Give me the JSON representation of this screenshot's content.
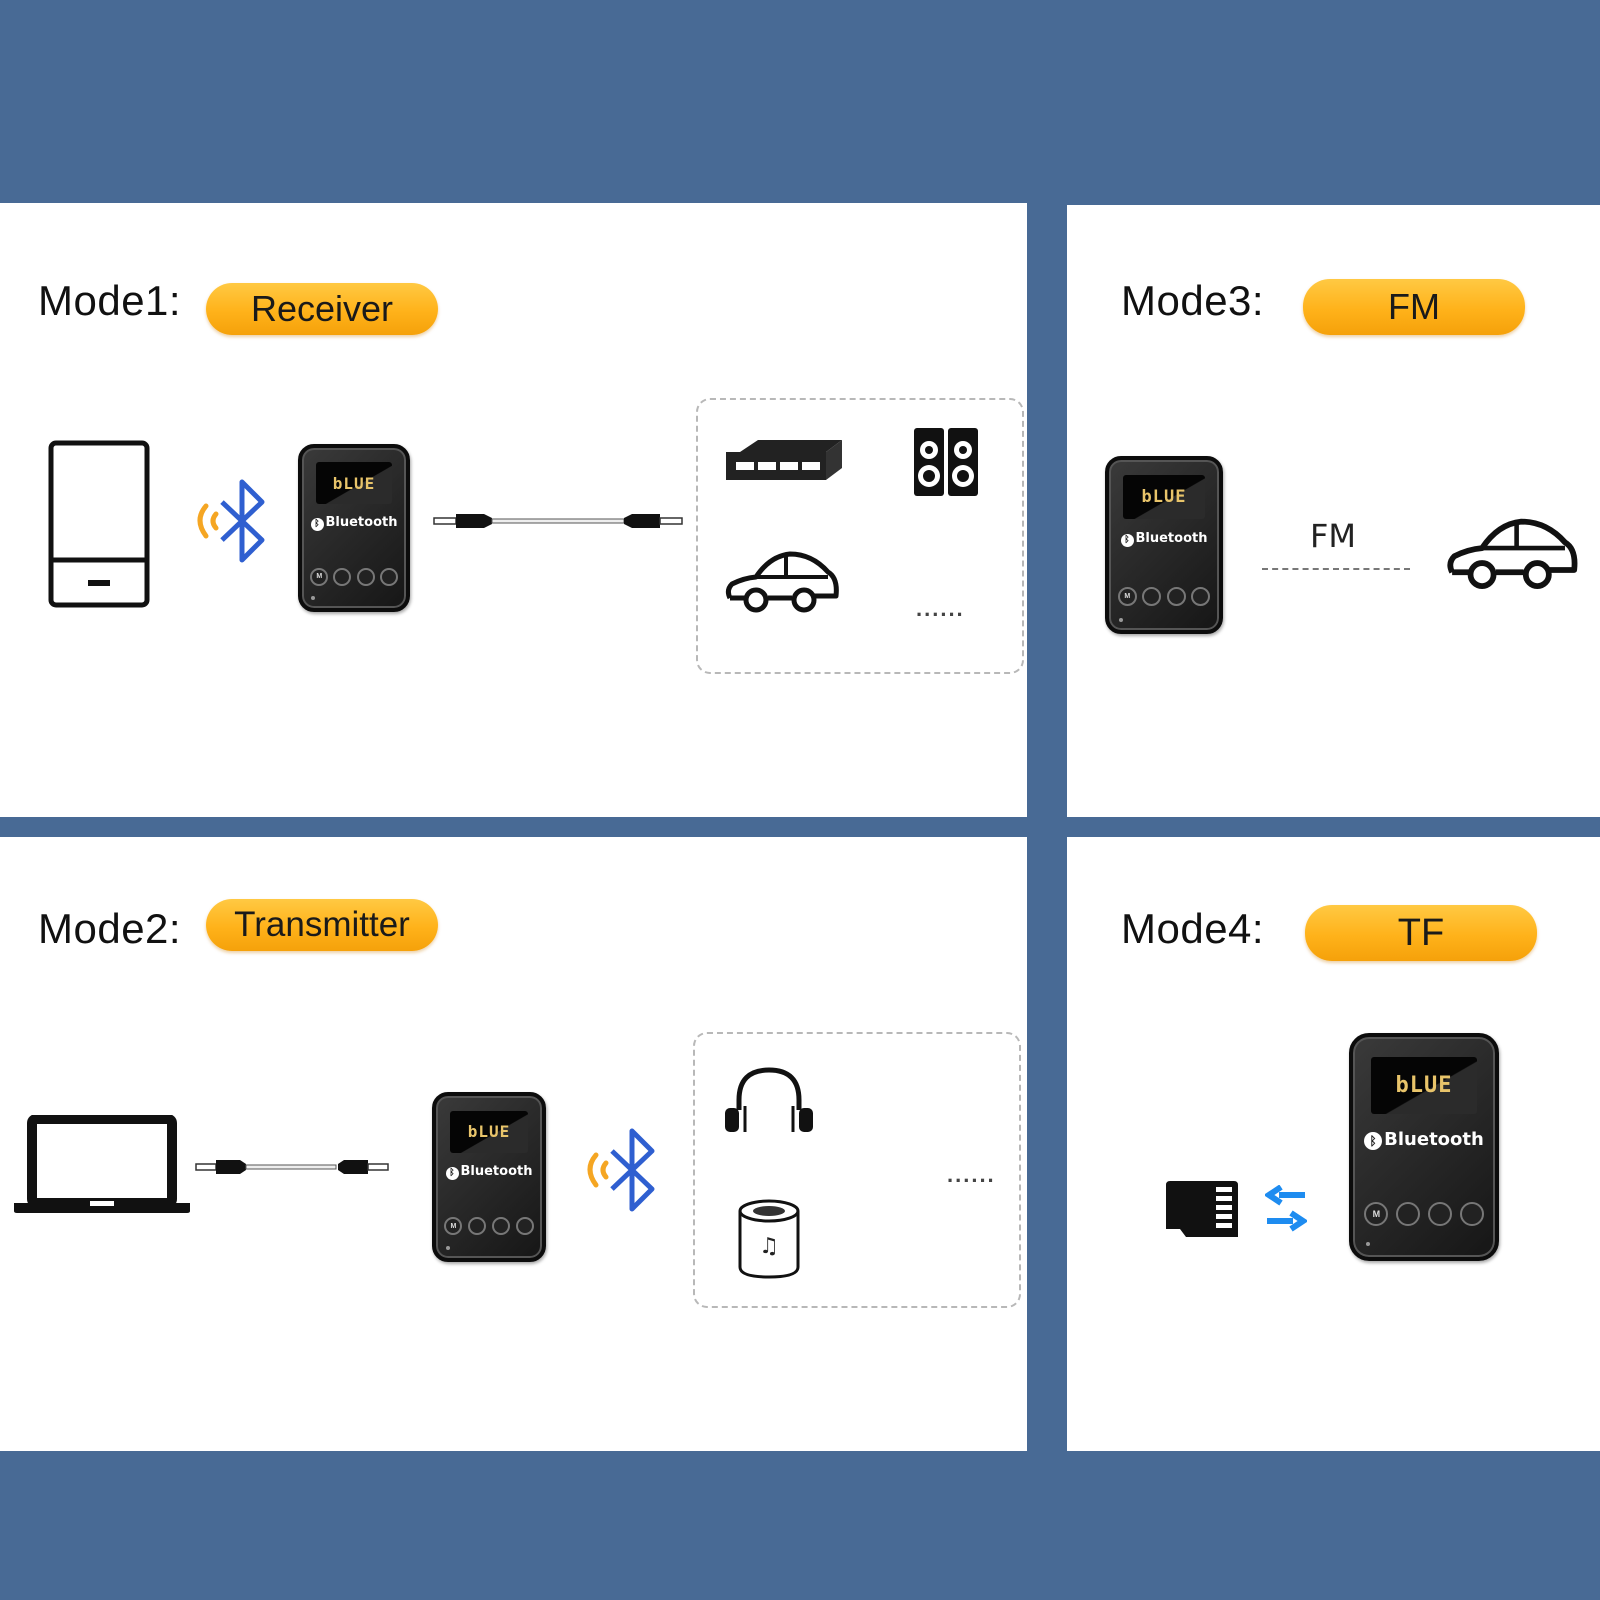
{
  "colors": {
    "background": "#486a95",
    "pill_top": "#ffc943",
    "pill_bottom": "#f5a10a",
    "bluetooth_blue": "#2f5fd0",
    "signal_orange": "#f5a623",
    "arrow_blue": "#1e8cf0"
  },
  "device": {
    "screen_text": "bLUE",
    "brand_text": "Bluetooth",
    "button_m": "M"
  },
  "mode1": {
    "label": "Mode1:",
    "badge": "Receiver",
    "source_icon": "smartphone-icon",
    "link_icon": "bluetooth-icon",
    "cable_icon": "aux-cable-icon",
    "targets": [
      "amplifier-icon",
      "speakers-icon",
      "car-icon"
    ],
    "more": "......"
  },
  "mode2": {
    "label": "Mode2:",
    "badge": "Transmitter",
    "source_icon": "laptop-icon",
    "cable_icon": "aux-cable-icon",
    "link_icon": "bluetooth-icon",
    "targets": [
      "headphones-icon",
      "smart-speaker-icon"
    ],
    "more": "......"
  },
  "mode3": {
    "label": "Mode3:",
    "badge": "FM",
    "link_text": "FM",
    "target_icon": "car-icon"
  },
  "mode4": {
    "label": "Mode4:",
    "badge": "TF",
    "source_icon": "tf-card-icon",
    "link_icon": "transfer-arrows-icon"
  }
}
